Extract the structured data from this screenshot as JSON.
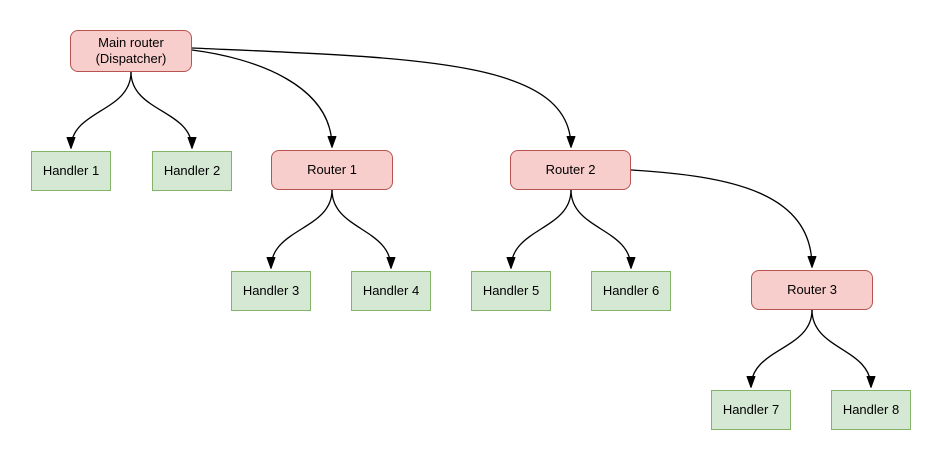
{
  "diagram": {
    "nodes": {
      "main": {
        "label": "Main router\n(Dispatcher)",
        "type": "router"
      },
      "router1": {
        "label": "Router 1",
        "type": "router"
      },
      "router2": {
        "label": "Router 2",
        "type": "router"
      },
      "router3": {
        "label": "Router 3",
        "type": "router"
      },
      "handler1": {
        "label": "Handler 1",
        "type": "handler"
      },
      "handler2": {
        "label": "Handler 2",
        "type": "handler"
      },
      "handler3": {
        "label": "Handler 3",
        "type": "handler"
      },
      "handler4": {
        "label": "Handler 4",
        "type": "handler"
      },
      "handler5": {
        "label": "Handler 5",
        "type": "handler"
      },
      "handler6": {
        "label": "Handler 6",
        "type": "handler"
      },
      "handler7": {
        "label": "Handler 7",
        "type": "handler"
      },
      "handler8": {
        "label": "Handler 8",
        "type": "handler"
      }
    },
    "edges": [
      {
        "from": "main",
        "to": "handler1"
      },
      {
        "from": "main",
        "to": "handler2"
      },
      {
        "from": "main",
        "to": "router1"
      },
      {
        "from": "main",
        "to": "router2"
      },
      {
        "from": "router1",
        "to": "handler3"
      },
      {
        "from": "router1",
        "to": "handler4"
      },
      {
        "from": "router2",
        "to": "handler5"
      },
      {
        "from": "router2",
        "to": "handler6"
      },
      {
        "from": "router2",
        "to": "router3"
      },
      {
        "from": "router3",
        "to": "handler7"
      },
      {
        "from": "router3",
        "to": "handler8"
      }
    ],
    "colors": {
      "router_fill": "#f8cecc",
      "router_border": "#b85450",
      "handler_fill": "#d5e8d4",
      "handler_border": "#82b366",
      "edge": "#000000",
      "background": "#ffffff"
    }
  }
}
